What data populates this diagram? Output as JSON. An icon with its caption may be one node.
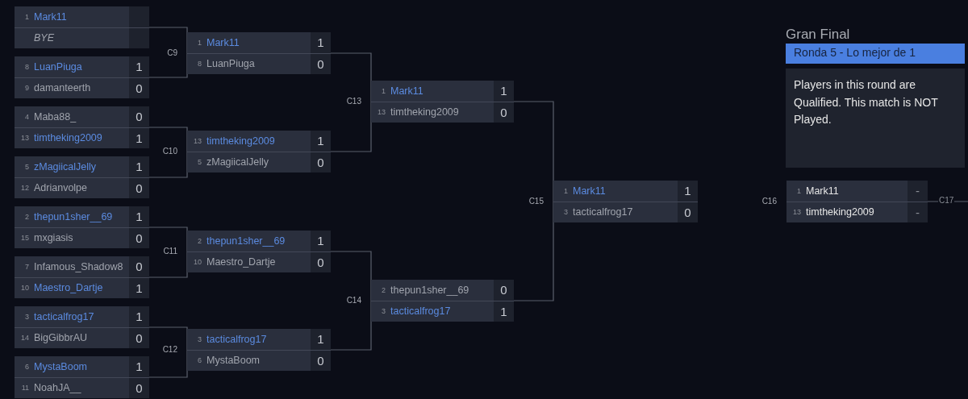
{
  "diagram": {
    "nodes": [
      {
        "text": [],
        "shape": "box"
      },
      {
        "text": [
          "1",
          "Mark11"
        ],
        "in": 0
      },
      {
        "text": [
          "BYE"
        ],
        "in": 0
      },
      {
        "text": [],
        "shape": "box"
      },
      {
        "text": [
          "8",
          "LuanPiuga",
          "1"
        ],
        "in": 3
      },
      {
        "text": [
          "9",
          "damanteerth",
          "0"
        ],
        "in": 3
      },
      {
        "text": [],
        "shape": "box"
      },
      {
        "text": [
          "4",
          "Maba88_",
          "0"
        ],
        "in": 6
      },
      {
        "text": [
          "13",
          "timtheking2009",
          "1"
        ],
        "in": 6
      },
      {
        "text": [],
        "shape": "box"
      },
      {
        "text": [
          "5",
          "zMagiicalJelly",
          "1"
        ],
        "in": 9
      },
      {
        "text": [
          "12",
          "Adrianvolpe",
          "0"
        ],
        "in": 9
      },
      {
        "text": [],
        "shape": "box"
      },
      {
        "text": [
          "2",
          "thepun1sher__69",
          "1"
        ],
        "in": 12
      },
      {
        "text": [
          "15",
          "mxgiasis",
          "0"
        ],
        "in": 12
      },
      {
        "text": [],
        "shape": "box"
      },
      {
        "text": [
          "7",
          "Infamous_Shadow8",
          "0"
        ],
        "in": 15
      },
      {
        "text": [
          "10",
          "Maestro_Dartje",
          "1"
        ],
        "in": 15
      },
      {
        "text": [],
        "shape": "box"
      },
      {
        "text": [
          "3",
          "tacticalfrog17",
          "1"
        ],
        "in": 18
      },
      {
        "text": [
          "14",
          "BigGibbrAU",
          "0"
        ],
        "in": 18
      },
      {
        "text": [],
        "shape": "box"
      },
      {
        "text": [
          "6",
          "MystaBoom",
          "1"
        ],
        "in": 21
      },
      {
        "text": [
          "11",
          "NoahJA__",
          "0"
        ],
        "in": 21
      },
      {
        "text": [],
        "shape": "box",
        "beside": [
          "C9"
        ]
      },
      {
        "text": [
          "1",
          "Mark11",
          "1"
        ],
        "in": 24
      },
      {
        "text": [
          "8",
          "LuanPiuga",
          "0"
        ],
        "in": 24
      },
      {
        "text": [],
        "shape": "box",
        "beside": [
          "C10"
        ]
      },
      {
        "text": [
          "13",
          "timtheking2009",
          "1"
        ],
        "in": 27
      },
      {
        "text": [
          "5",
          "zMagiicalJelly",
          "0"
        ],
        "in": 27
      },
      {
        "text": [],
        "shape": "box",
        "beside": [
          "C11"
        ]
      },
      {
        "text": [
          "2",
          "thepun1sher__69",
          "1"
        ],
        "in": 30
      },
      {
        "text": [
          "10",
          "Maestro_Dartje",
          "0"
        ],
        "in": 30
      },
      {
        "text": [],
        "shape": "box",
        "beside": [
          "C12"
        ]
      },
      {
        "text": [
          "3",
          "tacticalfrog17",
          "1"
        ],
        "in": 33
      },
      {
        "text": [
          "6",
          "MystaBoom",
          "0"
        ],
        "in": 33
      },
      {
        "text": [],
        "shape": "box",
        "beside": [
          "C13"
        ]
      },
      {
        "text": [
          "1",
          "Mark11",
          "1"
        ],
        "in": 36
      },
      {
        "text": [
          "13",
          "timtheking2009",
          "0"
        ],
        "in": 36
      },
      {
        "text": [],
        "shape": "box",
        "beside": [
          "C14"
        ]
      },
      {
        "text": [
          "2",
          "thepun1sher__69",
          "0"
        ],
        "in": 39
      },
      {
        "text": [
          "3",
          "tacticalfrog17",
          "1"
        ],
        "in": 39
      },
      {
        "text": [],
        "shape": "box",
        "beside": [
          "C15"
        ]
      },
      {
        "text": [
          "1",
          "Mark11",
          "1"
        ],
        "in": 42
      },
      {
        "text": [
          "3",
          "tacticalfrog17",
          "0"
        ],
        "in": 42
      },
      {
        "text": [
          "Gran Final",
          "Ronda 5 - Lo mejor de 1",
          "Players in this round are Qualified. This match is NOT Played."
        ]
      },
      {
        "text": [],
        "shape": "box",
        "beside": [
          "C16"
        ]
      },
      {
        "text": [
          "1",
          "Mark11",
          "-"
        ],
        "in": 46
      },
      {
        "text": [
          "13",
          "timtheking2009",
          "-"
        ],
        "in": 46
      }
    ],
    "edges": [
      {
        "from": 0,
        "to": 24,
        "arrow": "none"
      },
      {
        "from": 3,
        "to": 24,
        "arrow": "none"
      },
      {
        "from": 6,
        "to": 27,
        "arrow": "none"
      },
      {
        "from": 9,
        "to": 27,
        "arrow": "none"
      },
      {
        "from": 12,
        "to": 30,
        "arrow": "none"
      },
      {
        "from": 15,
        "to": 30,
        "arrow": "none"
      },
      {
        "from": 18,
        "to": 33,
        "arrow": "none"
      },
      {
        "from": 21,
        "to": 33,
        "arrow": "none"
      },
      {
        "from": 24,
        "to": 36,
        "arrow": "none"
      },
      {
        "from": 27,
        "to": 36,
        "arrow": "none"
      },
      {
        "from": 30,
        "to": 39,
        "arrow": "none"
      },
      {
        "from": 33,
        "to": 39,
        "arrow": "none"
      },
      {
        "from": 36,
        "to": 42,
        "arrow": "none"
      },
      {
        "from": 39,
        "to": 42,
        "arrow": "none"
      },
      {
        "from": 46,
        "to": null,
        "label": "C17",
        "arrow": "none"
      }
    ]
  }
}
